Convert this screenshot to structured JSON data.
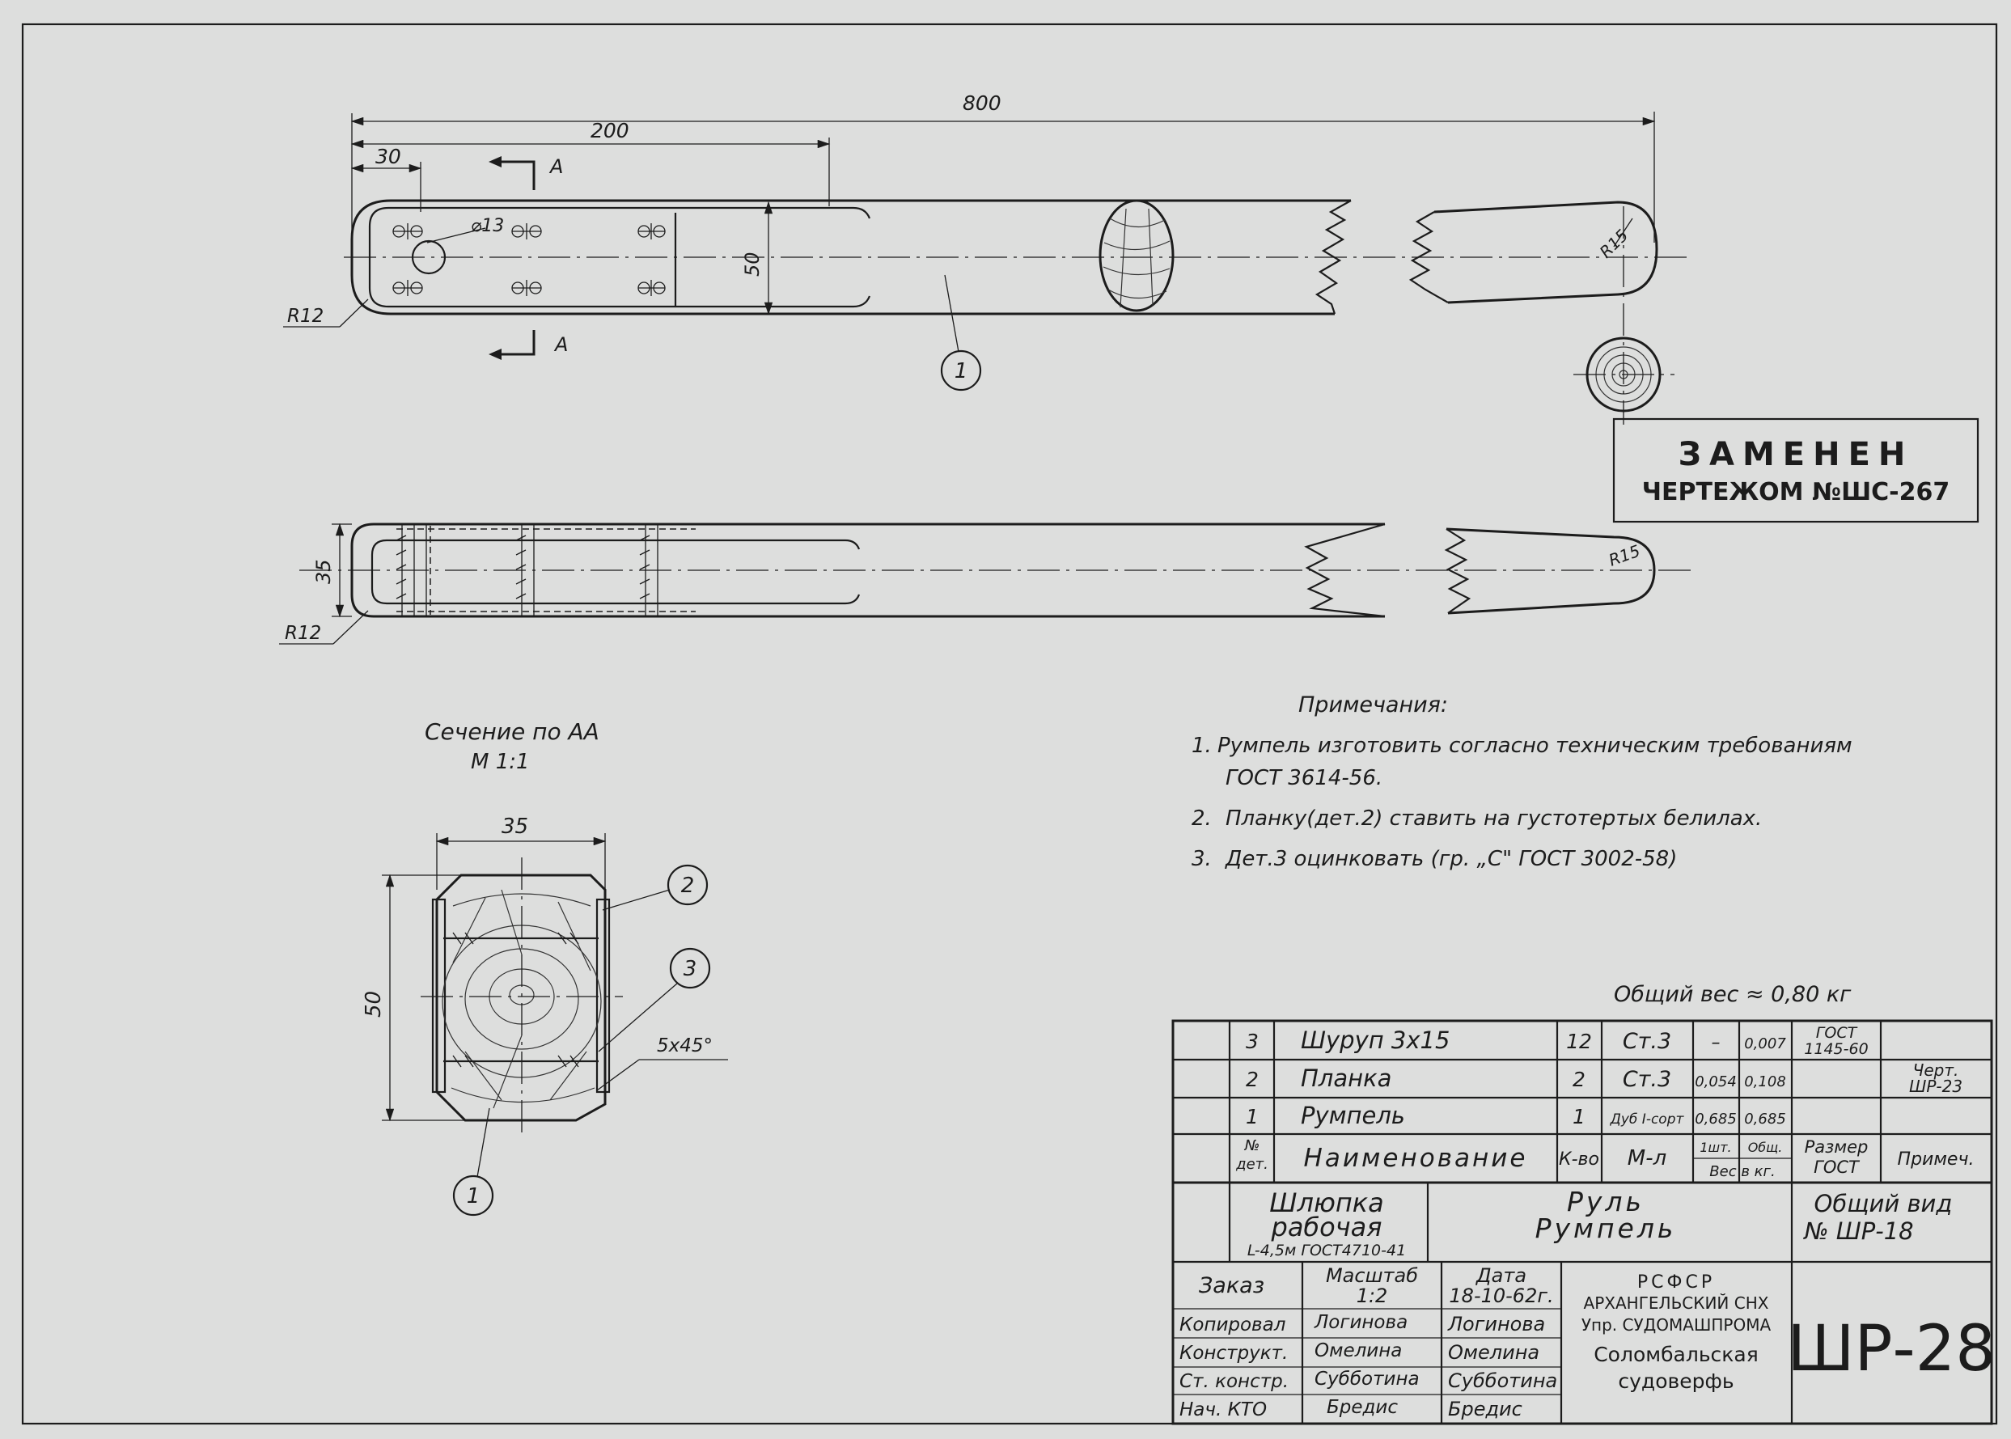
{
  "dimensions": {
    "overall_length": "800",
    "hole_zone": "200",
    "edge_offset": "30",
    "hole_diameter": "⌀13",
    "width": "50",
    "corner_radius": "R12",
    "tip_radius": "R15",
    "thickness": "35",
    "section_width": "35",
    "section_height": "50",
    "chamfer": "5x45°"
  },
  "section_marks": {
    "letter": "A"
  },
  "section_view": {
    "title": "Сечение по АА",
    "scale": "М 1:1"
  },
  "callouts": [
    "1",
    "2",
    "3"
  ],
  "stamp": {
    "line1": "ЗАМЕНЕН",
    "line2": "ЧЕРТЕЖОМ №ШС-267"
  },
  "notes": {
    "title": "Примечания:",
    "items": [
      {
        "num": "1.",
        "text": "Румпель изготовить согласно техническим требованиям",
        "cont": "ГОСТ 3614-56."
      },
      {
        "num": "2.",
        "text": "Планку(дет.2) ставить на густотертых белилах.",
        "cont": ""
      },
      {
        "num": "3.",
        "text": "Дет.3 оцинковать (гр. „С\" ГОСТ 3002-58)",
        "cont": ""
      }
    ]
  },
  "total_weight": "Общий вес ≈ 0,80 кг",
  "parts_table": {
    "rows": [
      {
        "num": "3",
        "name": "Шуруп  3x15",
        "qty": "12",
        "material": "Ст.3",
        "unit_weight": "–",
        "total_weight": "0,007",
        "gost": [
          "ГОСТ",
          "1145-60"
        ],
        "note": []
      },
      {
        "num": "2",
        "name": "Планка",
        "qty": "2",
        "material": "Ст.3",
        "unit_weight": "0,054",
        "total_weight": "0,108",
        "gost": [],
        "note": [
          "Черт.",
          "ШР-23"
        ]
      },
      {
        "num": "1",
        "name": "Румпель",
        "qty": "1",
        "material": "Дуб I-сорт",
        "unit_weight": "0,685",
        "total_weight": "0,685",
        "gost": [],
        "note": []
      }
    ],
    "header": {
      "num": [
        "№",
        "дет."
      ],
      "name": "Наименование",
      "qty": "К-во",
      "material": "М-л",
      "unit_weight": "1шт.",
      "total_weight": "Общ.",
      "weight_unit": "Вес в кг.",
      "gost": [
        "Размер",
        "ГОСТ"
      ],
      "note": "Примеч."
    }
  },
  "title_block": {
    "product": [
      "Шлюпка",
      "рабочая",
      "L-4,5м ГОСТ4710-41"
    ],
    "part": [
      "Руль",
      "Румпель"
    ],
    "view": [
      "Общий вид",
      "№ ШР-18"
    ],
    "order_label": "Заказ",
    "scale_label": "Масштаб",
    "scale_value": "1:2",
    "date_label": "Дата",
    "date_value": "18-10-62г.",
    "org": [
      "РСФСР",
      "АРХАНГЕЛЬСКИЙ СНХ",
      "Упр. СУДОМАШПРОМА",
      "Соломбальская",
      "судоверфь"
    ],
    "roles": [
      {
        "role": "Копировал",
        "signature": "Логинова",
        "name": "Логинова"
      },
      {
        "role": "Конструкт.",
        "signature": "Омелина",
        "name": "Омелина"
      },
      {
        "role": "Ст. констр.",
        "signature": "Субботина",
        "name": "Субботина"
      },
      {
        "role": "Нач. КТО",
        "signature": "Бредис",
        "name": "Бредис"
      }
    ],
    "drawing_number": "ШР-28"
  }
}
